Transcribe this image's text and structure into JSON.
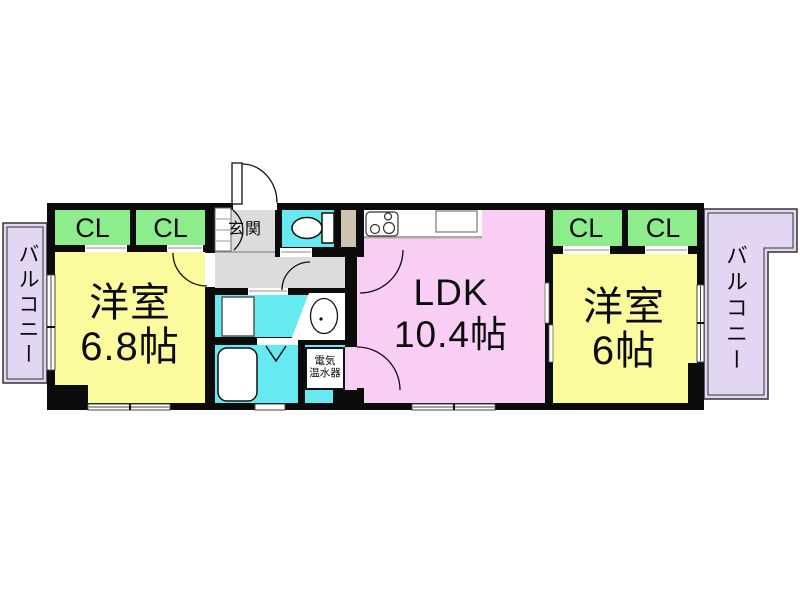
{
  "plan": {
    "type": "apartment-floor-plan",
    "rooms": {
      "balcony_left": {
        "label": "バルコニー"
      },
      "balcony_right": {
        "label": "バルコニー"
      },
      "western_room_left": {
        "name": "洋室",
        "size": "6.8帖"
      },
      "ldk": {
        "name": "LDK",
        "size": "10.4帖"
      },
      "western_room_right": {
        "name": "洋室",
        "size": "6帖"
      },
      "entrance": {
        "label": "玄関"
      },
      "closets": {
        "cl1": "CL",
        "cl2": "CL",
        "cl3": "CL",
        "cl4": "CL"
      },
      "water_heater": {
        "line1": "電気",
        "line2": "温水器"
      }
    },
    "colors": {
      "room_yellow": "#FBFB9E",
      "closet_green": "#8DED8D",
      "ldk_pink": "#F9CEF4",
      "wet_area_cyan": "#66E9F0",
      "balcony_lavender": "#E3D6F2",
      "hall_gray": "#DCDCDC",
      "storage_tan": "#CCC4B0",
      "wall_black": "#0B0B0B"
    }
  }
}
